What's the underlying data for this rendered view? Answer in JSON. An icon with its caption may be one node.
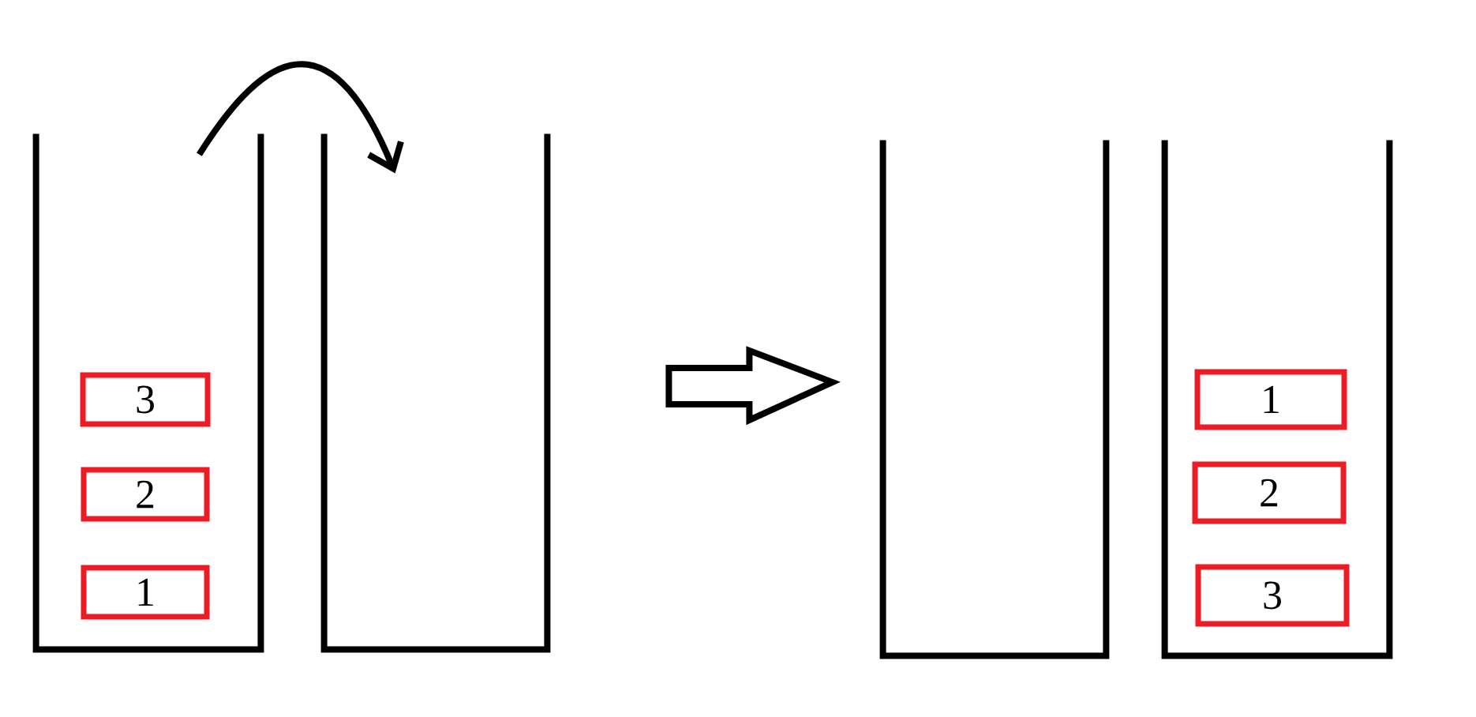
{
  "diagram": {
    "nodes": [
      {
        "text": [],
        "shape": "box"
      },
      {
        "text": [
          "3"
        ],
        "in": 0
      },
      {
        "text": [
          "2"
        ],
        "in": 0
      },
      {
        "text": [
          "1"
        ],
        "in": 0
      },
      {
        "text": [],
        "shape": "box"
      },
      {
        "text": [],
        "shape": "box"
      },
      {
        "text": [],
        "shape": "box"
      },
      {
        "text": [
          "1"
        ],
        "in": 6
      },
      {
        "text": [
          "2"
        ],
        "in": 6
      },
      {
        "text": [
          "3"
        ],
        "in": 6
      }
    ],
    "edges": [
      {
        "from": 0,
        "to": 4,
        "arrow": "to"
      },
      {
        "from": 4,
        "to": 5,
        "arrow": "to"
      }
    ]
  }
}
